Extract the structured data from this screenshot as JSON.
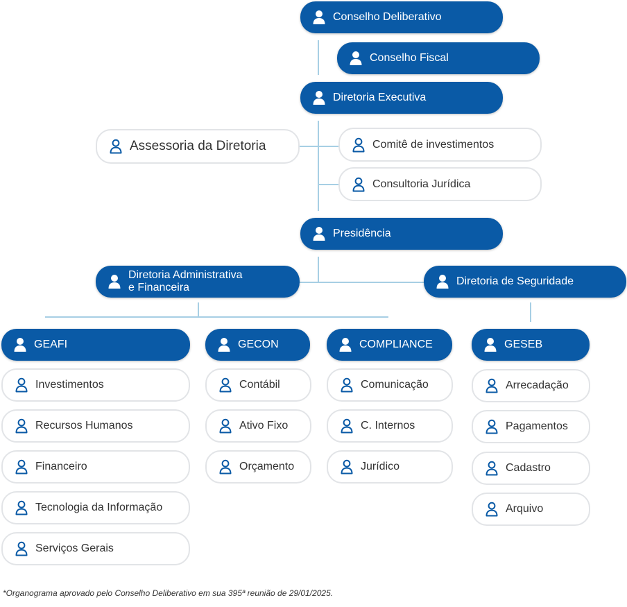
{
  "nodes": {
    "conselho_deliberativo": "Conselho Deliberativo",
    "conselho_fiscal": "Conselho Fiscal",
    "diretoria_executiva": "Diretoria Executiva",
    "assessoria": "Assessoria da Diretoria",
    "comite": "Comitê de investimentos",
    "consultoria": "Consultoria Jurídica",
    "presidencia": "Presidência",
    "dir_adm_line1": "Diretoria Administrativa",
    "dir_adm_line2": "e Financeira",
    "dir_seguridade": "Diretoria de Seguridade"
  },
  "departments": [
    {
      "name": "GEAFI",
      "items": [
        "Investimentos",
        "Recursos Humanos",
        "Financeiro",
        "Tecnologia da Informação",
        "Serviços Gerais"
      ]
    },
    {
      "name": "GECON",
      "items": [
        "Contábil",
        "Ativo Fixo",
        "Orçamento"
      ]
    },
    {
      "name": "COMPLIANCE",
      "items": [
        "Comunicação",
        "C. Internos",
        "Jurídico"
      ]
    },
    {
      "name": "GESEB",
      "items": [
        "Arrecadação",
        "Pagamentos",
        "Cadastro",
        "Arquivo"
      ]
    }
  ],
  "footnote": "*Organograma aprovado pelo Conselho Deliberativo em sua 395ª reunião de 29/01/2025.",
  "colors": {
    "primary": "#0a5aa6",
    "connector": "#a7cfe4",
    "border": "#e2e4e7"
  },
  "icon": "person-icon"
}
